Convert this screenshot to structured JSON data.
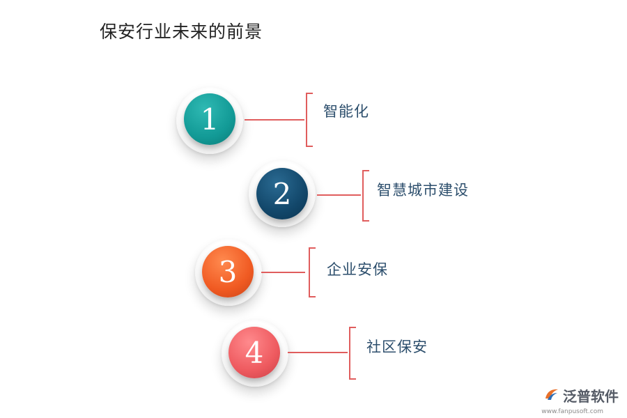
{
  "title": "保安行业未来的前景",
  "colors": {
    "item1": "#129a96",
    "item2": "#12476a",
    "item3": "#f05a22",
    "item4": "#ee5a5f",
    "connector": "#e05d5d",
    "label": "#2c4e6c"
  },
  "items": [
    {
      "number": "1",
      "label": "智能化"
    },
    {
      "number": "2",
      "label": "智慧城市建设"
    },
    {
      "number": "3",
      "label": "企业安保"
    },
    {
      "number": "4",
      "label": "社区保安"
    }
  ],
  "watermark": {
    "brand": "泛普软件",
    "url": "www.fanpusoft.com",
    "icon": "fanpu-logo-icon"
  }
}
